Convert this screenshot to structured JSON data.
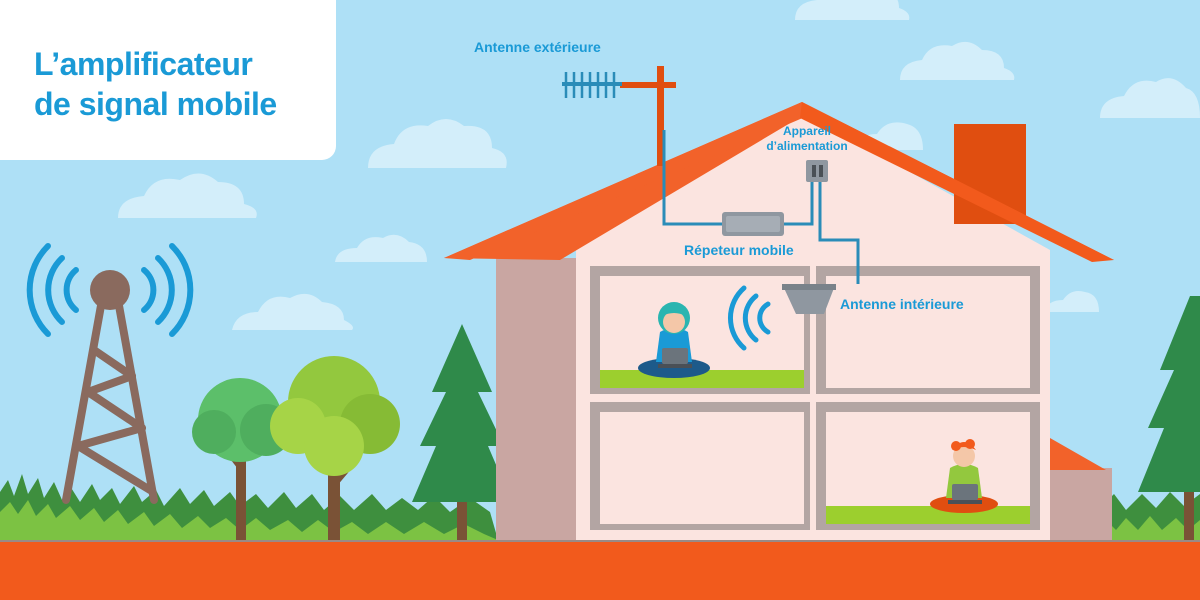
{
  "title": {
    "line1": "L’amplificateur",
    "line2": "de signal mobile"
  },
  "labels": {
    "outdoor_antenna": "Antenne extérieure",
    "power_supply_line1": "Appareil",
    "power_supply_line2": "d’alimentation",
    "repeater": "Répeteur mobile",
    "indoor_antenna": "Antenne intérieure"
  },
  "colors": {
    "sky": "#aee0f6",
    "roof": "#f2622a",
    "wall": "#fbe4e0",
    "ground": "#f25a1c",
    "label_blue": "#1a9ad6",
    "cable": "#2a8cb8",
    "tree_green": "#3e8f3e"
  }
}
